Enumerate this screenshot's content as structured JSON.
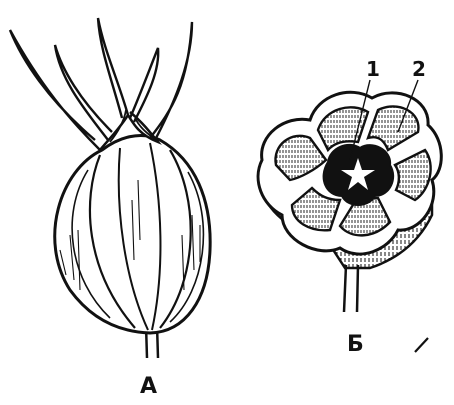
{
  "figure": {
    "label_a": "А",
    "label_b": "Б",
    "callout_1": "1",
    "callout_2": "2",
    "colors": {
      "ink": "#111111",
      "paper": "#ffffff"
    }
  }
}
